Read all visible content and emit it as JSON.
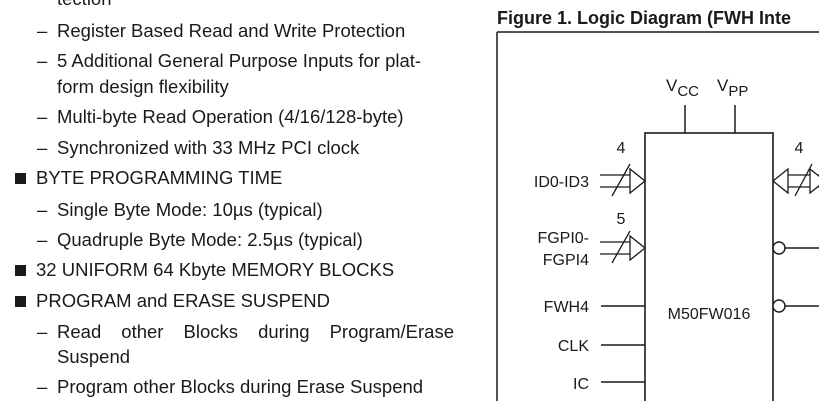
{
  "feature_list": {
    "cut_line": "tection",
    "security_items": [
      "Register Based Read and Write Protection",
      "5 Additional General Purpose Inputs for plat-",
      "form design flexibility",
      "Multi-byte Read Operation (4/16/128-byte)",
      "Synchronized with 33 MHz PCI clock"
    ],
    "byte_programming": {
      "heading": "BYTE PROGRAMMING TIME",
      "items": [
        "Single Byte Mode: 10µs (typical)",
        "Quadruple Byte Mode: 2.5µs (typical)"
      ]
    },
    "memory_blocks": "32 UNIFORM 64 Kbyte MEMORY BLOCKS",
    "suspend": {
      "heading": "PROGRAM and ERASE SUSPEND",
      "item1_words": [
        "Read",
        "other",
        "Blocks",
        "during",
        "Program/Erase"
      ],
      "item1_line2": "Suspend",
      "item2": "Program other Blocks during Erase Suspend"
    },
    "dash_char": "–"
  },
  "figure": {
    "title": "Figure 1. Logic Diagram (FWH Inte",
    "chip_name": "M50FW016",
    "vcc_main": "V",
    "vcc_sub": "CC",
    "vpp_main": "V",
    "vpp_sub": "PP",
    "inputs": {
      "id_label": "ID0-ID3",
      "id_width": "4",
      "fgpi_label_1": "FGPI0-",
      "fgpi_label_2": "FGPI4",
      "fgpi_width": "5",
      "fwh4": "FWH4",
      "clk": "CLK",
      "ic": "IC"
    },
    "output_width": "4"
  }
}
